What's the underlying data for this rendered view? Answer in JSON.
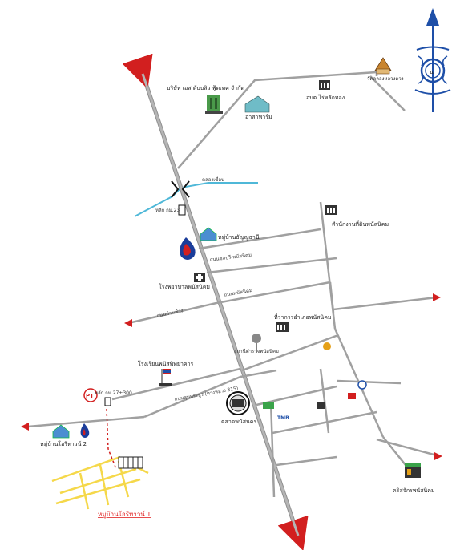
{
  "labels": {
    "company": "บริษัท เอส ดับบลิว ฟู้ดเทค จำกัด",
    "warehouse": "อาสาฟาร์ม",
    "sao": "อบต.ไร่หลักทอง",
    "temple": "วัดคลองหลวงดวง",
    "canal": "คลองเขื่อน",
    "km23": "หลัก กม.23",
    "village_thanyathani": "หมู่บ้านธัญญธานี",
    "land_office": "สำนักงานที่ดินพนัสนิคม",
    "hospital": "โรงพยาบาลพนัสนิคม",
    "district_office": "ที่ว่าการอำเภอพนัสนิคม",
    "police": "สถานีตำรวจพนัสนิคม",
    "school": "โรงเรียนพนัสพิทยาคาร",
    "km27": "หลัก กม.27+300",
    "village_ori2": "หมู่บ้านโอรีทาวน์ 2",
    "market": "ตลาดพนัสนคร",
    "church": "คริสจักรพนัสนิคม",
    "village_ori1": "หมู่บ้านโอรีทาวน์ 1",
    "compass_letter": "น",
    "bank_tmb": "TMB",
    "pt": "PT",
    "road_main": "ถนนสุขประยูร (ทางหลวง 315)",
    "road_chonburi": "ถนนชลบุรี-พนัสนิคม",
    "road_a": "ถนนพนัสนิคม",
    "road_b": "ถนนบ้านช้าง"
  },
  "colors": {
    "road": "#9a9a9a",
    "road_edge": "#7a7a7a",
    "canal": "#4fb8d8",
    "highlight_road": "#f5d84a",
    "red": "#d21f1f",
    "compass_blue": "#1e4fa8"
  }
}
